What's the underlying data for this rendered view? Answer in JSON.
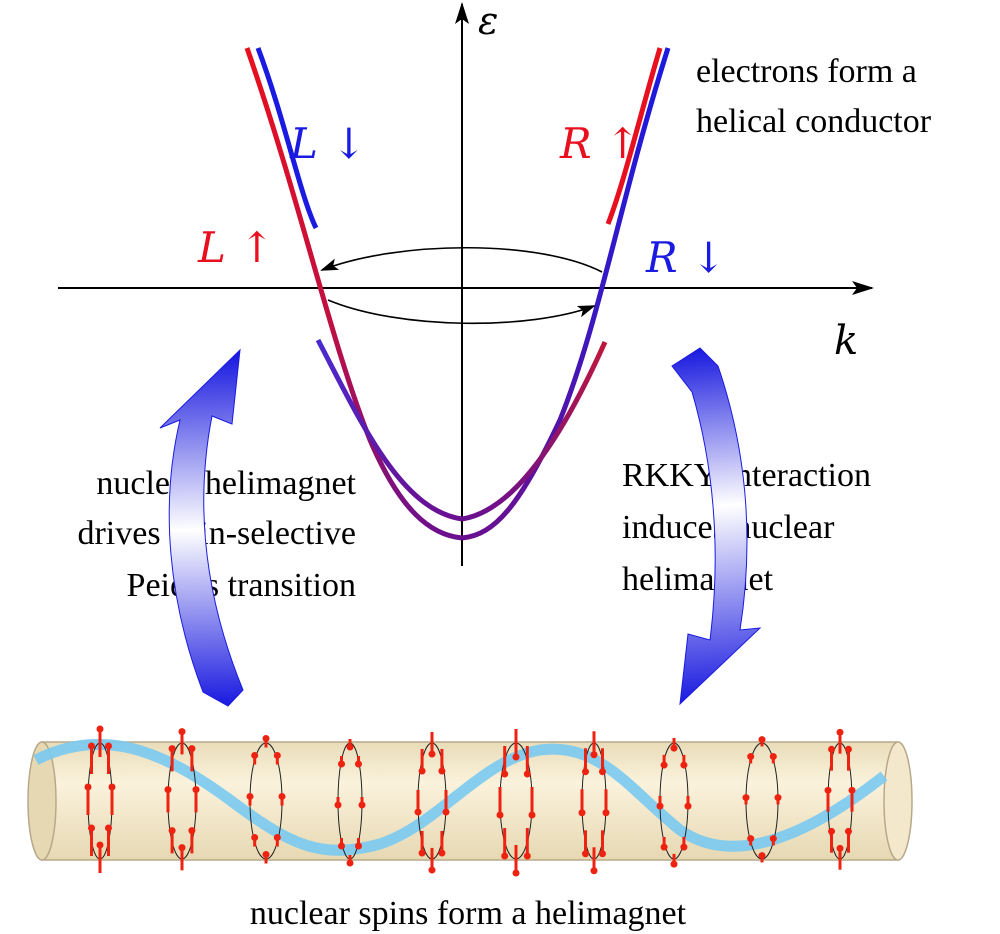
{
  "axes": {
    "energy_label": "ε",
    "momentum_label": "k"
  },
  "bands": {
    "L_up": "L ↑",
    "L_down": "L ↓",
    "R_up": "R ↑",
    "R_down": "R ↓"
  },
  "annotations": {
    "helical_line1": "electrons form a",
    "helical_line2": "helical conductor",
    "peierls_line1": "nuclear helimagnet",
    "peierls_line2": "drives spin-selective",
    "peierls_line3": "Peierls transition",
    "rkky_line1": "RKKY interaction",
    "rkky_line2": "induces nuclear",
    "rkky_line3": "helimagnet",
    "bottom_caption": "nuclear spins form a helimagnet"
  },
  "colors": {
    "spin_up": "#e8101e",
    "spin_down": "#1a1ae0",
    "mixed_band": "#6a1090",
    "helix": "#7ccaf0",
    "tube_fill": "#f7ecd0",
    "spin_arrow": "#ee2211",
    "big_arrow": "#2020e0"
  }
}
